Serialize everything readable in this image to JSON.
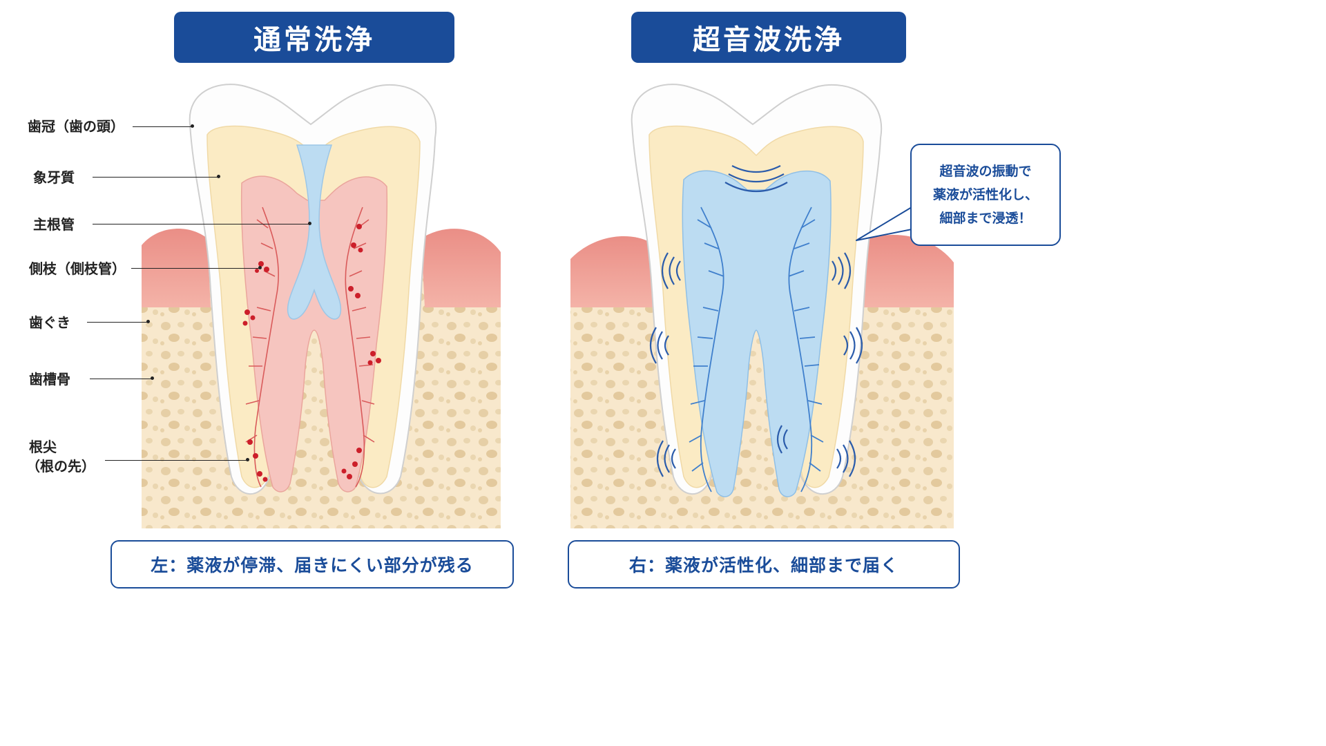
{
  "titles": {
    "left": "通常洗浄",
    "right": "超音波洗浄"
  },
  "labels": {
    "crown": "歯冠（歯の頭）",
    "dentin": "象牙質",
    "main_canal": "主根管",
    "lateral": "側枝（側枝管）",
    "gum": "歯ぐき",
    "bone": "歯槽骨",
    "apex_line1": "根尖",
    "apex_line2": "（根の先）"
  },
  "bubble": {
    "line1": "超音波の振動で",
    "line2": "薬液が活性化し、",
    "line3": "細部まで浸透！"
  },
  "captions": {
    "left": "左：薬液が停滞、届きにくい部分が残る",
    "right": "右：薬液が活性化、細部まで届く"
  },
  "colors": {
    "brand_blue": "#1a4c99",
    "gum_pink": "#e98c84",
    "bone_beige": "#f7e6c8",
    "dentin_cream": "#fbecc4",
    "pulp_pink": "#f6c5bf",
    "liquid_blue": "#b9d9f1",
    "stagnant_red": "#cc1f2a"
  }
}
